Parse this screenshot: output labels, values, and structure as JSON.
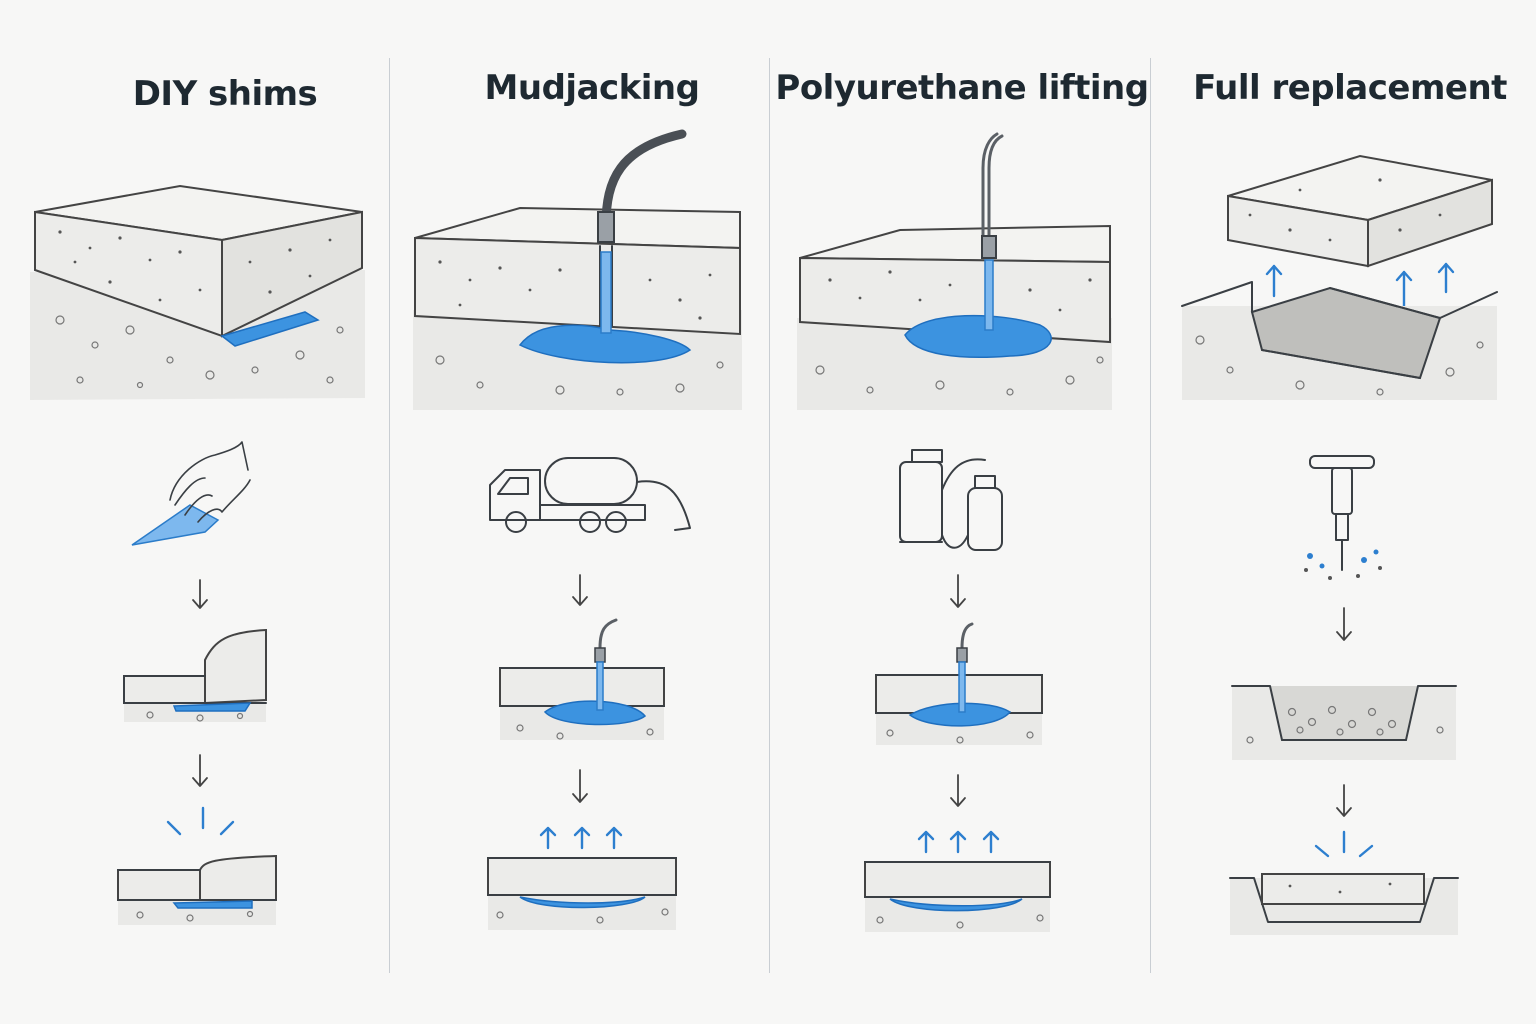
{
  "columns": [
    {
      "title": "DIY shims"
    },
    {
      "title": "Mudjacking"
    },
    {
      "title": "Polyurethane lifting"
    },
    {
      "title": "Full replacement"
    }
  ],
  "colors": {
    "accent": "#3c93e0",
    "ink": "#3a3f44",
    "background": "#f7f7f6",
    "divider": "#c9ced3"
  },
  "icons": [
    "concrete-slab-with-shim",
    "hand-holding-shim",
    "slab-mudjacking-hose",
    "mudjacking-truck",
    "slab-foam-injection",
    "foam-rig",
    "slab-being-lifted-out",
    "jackhammer",
    "down-arrow",
    "lift-arrow"
  ]
}
